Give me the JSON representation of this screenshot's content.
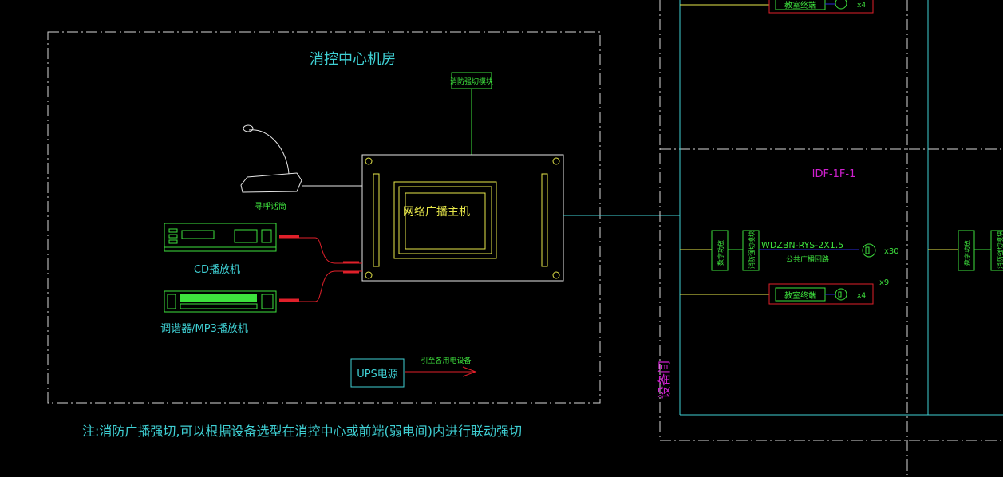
{
  "room_title": "消控中心机房",
  "fire_module_label": "消防强切模块",
  "host_label": "网络广播主机",
  "mic_label": "寻呼话筒",
  "cd_label": "CD播放机",
  "tuner_label": "调谐器/MP3播放机",
  "ups_label": "UPS电源",
  "ups_arrow_label": "引至各用电设备",
  "note": "注:消防广播强切,可以根据设备选型在消控中心或前端(弱电间)内进行联动强切",
  "idf_label": "IDF-1F-1",
  "equip_room_label": "设备间",
  "cable_label": "WDZBN-RYS-2X1.5",
  "circuit_label": "公共广播回路",
  "terminal_top_label": "教室终端",
  "terminal_top_count": "x4",
  "terminal_mid_label": "教室终端",
  "terminal_mid_count": "x4",
  "speaker_count_30": "x30",
  "speaker_count_9": "x9",
  "left_box_a": "数字功放",
  "left_box_b": "消防强切模块",
  "right_box_a": "数字功放",
  "right_box_b": "消防强切模块",
  "colors": {
    "cyan": "#3fd0d4",
    "yellow": "#e8e84a",
    "green": "#3ee23e",
    "red": "#e0202a",
    "magenta": "#d020d0",
    "white": "#e6e6e6",
    "blue": "#2a2ad8"
  }
}
